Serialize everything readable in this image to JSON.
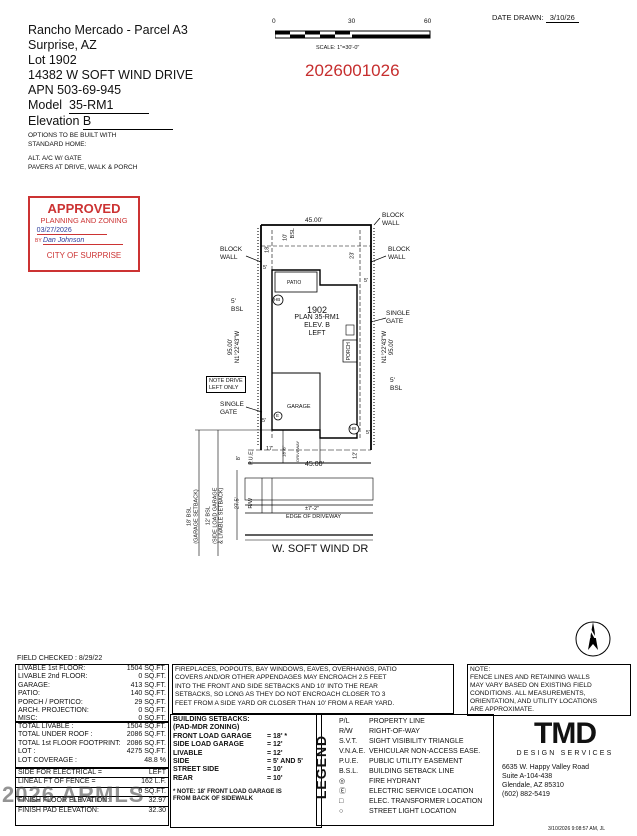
{
  "lot_info": {
    "subdivision": "Rancho Mercado - Parcel A3",
    "city": "Surprise, AZ",
    "lot": "Lot  1902",
    "address": "14382 W SOFT WIND DRIVE",
    "apn": "APN  503-69-945",
    "model_label": "Model",
    "model_value": "35-RM1",
    "elevation_label": "Elevation",
    "elevation_value": "B"
  },
  "options": [
    "OPTIONS TO BE BUILT WITH",
    "STANDARD HOME:",
    "ALT. A/C W/ GATE",
    "PAVERS AT DRIVE, WALK & PORCH"
  ],
  "permit_number": "2026001026",
  "stamp": {
    "title": "APPROVED",
    "subtitle": "PLANNING AND ZONING",
    "date": "03/27/2026",
    "by_label": "BY",
    "by_name": "Dan Johnson",
    "city": "CITY OF SURPRISE"
  },
  "scale": {
    "tick0": "0",
    "tick30": "30",
    "tick60": "60",
    "label": "SCALE:  1\"=30'-0\""
  },
  "date_drawn": {
    "label": "DATE DRAWN:",
    "value": "3/10/26"
  },
  "site_plan": {
    "lot_number": "1902",
    "plan": "PLAN 35-RM1",
    "elev": "ELEV. B",
    "hand": "LEFT",
    "patio": "PATIO",
    "garage": "GARAGE",
    "porch": "PORCH",
    "hb": "HB",
    "e": "E",
    "block_wall_right": [
      "BLOCK",
      "WALL"
    ],
    "block_wall_left": [
      "BLOCK",
      "WALL"
    ],
    "block_wall_mid": [
      "BLOCK",
      "WALL"
    ],
    "top_width": "45.00'",
    "bottom_width": "45.00'",
    "left_depth": "95.00'",
    "left_bearing": "N1°22'43\"W",
    "right_depth": "95.00'",
    "right_bearing": "N1°22'43\"W",
    "rear_18": "18'",
    "rear_10": "10'",
    "rear_bsl": "BSL",
    "rear_23": "23'",
    "side_5a": "5'",
    "side_5b": "5'",
    "left_bsl_5": "5'",
    "left_bsl": "BSL",
    "right_bsl_5": "5'",
    "right_bsl": "BSL",
    "single_gate_right": [
      "SINGLE",
      "GATE"
    ],
    "single_gate_left": [
      "SINGLE",
      "GATE"
    ],
    "note_drive": [
      "NOTE DRIVE",
      "LEFT ONLY"
    ],
    "dim_17": "17'",
    "dim_12": "12'",
    "dim_8": "8'",
    "dim_5_front": "5'",
    "dim_5b": "5'",
    "pue": "P.U.E.",
    "driveway_w": "18'-6\"",
    "driveway": "DRIVEWAY",
    "row": "R/W",
    "dim_275": "27.5'",
    "dim_7": "±7'-2\"",
    "edge_driveway": "EDGE OF DRIVEWAY",
    "bsl18": [
      "18' BSL",
      "(GARAGE SETBACK)"
    ],
    "bsl12": [
      "12' BSL",
      "(SIDE LOAD GARAGE",
      "& LIVABLE SETBACK)"
    ],
    "street": "W. SOFT WIND DR"
  },
  "field_checked": {
    "label": "FIELD CHECKED :",
    "value": "8/29/22"
  },
  "areas": [
    {
      "label": "LIVABLE 1st FLOOR:",
      "value": "1504 SQ.FT."
    },
    {
      "label": "LIVABLE 2nd FLOOR:",
      "value": "0 SQ.FT."
    },
    {
      "label": "GARAGE:",
      "value": "413 SQ.FT."
    },
    {
      "label": "PATIO:",
      "value": "140 SQ.FT."
    },
    {
      "label": "PORCH  / PORTICO:",
      "value": "29 SQ.FT."
    },
    {
      "label": "ARCH. PROJECTION:",
      "value": "0 SQ.FT."
    },
    {
      "label": "MISC:",
      "value": "0 SQ.FT."
    }
  ],
  "totals": [
    {
      "label": "TOTAL LIVABLE :",
      "value": "1504 SQ.FT."
    },
    {
      "label": "TOTAL UNDER ROOF :",
      "value": "2086 SQ.FT."
    },
    {
      "label": "TOTAL 1st FLOOR FOOTPRINT:",
      "value": "2086 SQ.FT."
    },
    {
      "label": "LOT :",
      "value": "4275 SQ.FT."
    },
    {
      "label": "LOT COVERAGE :",
      "value": "48.8 %"
    }
  ],
  "electrical": [
    {
      "label": "SIDE FOR ELECTRICAL =",
      "value": "LEFT"
    },
    {
      "label": "LINEAL FT OF FENCE =",
      "value": "162  L.F."
    },
    {
      "label": "",
      "value": "0 SQ.FT."
    },
    {
      "label": "FINISH FLOOR ELEVATION:",
      "value": "32.97"
    },
    {
      "label": "FINISH PAD ELEVATION:",
      "value": "32.30"
    }
  ],
  "fireplace_note": [
    "FIREPLACES, POPOUTS, BAY WINDOWS, EAVES, OVERHANGS, PATIO",
    "COVERS AND/OR OTHER APPENDAGES MAY ENCROACH 2.5 FEET",
    "INTO THE FRONT AND SIDE SETBACKS AND 10' INTO THE REAR",
    "SETBACKS, SO LONG AS THEY DO NOT ENCROACH CLOSER TO 3",
    "FEET FROM A SIDE YARD OR CLOSER THAN 10' FROM A REAR YARD."
  ],
  "fence_note": [
    "NOTE:",
    "FENCE LINES AND RETAINING WALLS",
    "MAY VARY BASED ON EXISTING FIELD",
    "CONDITIONS.  ALL MEASUREMENTS,",
    "ORIENTATION, AND UTILITY LOCATIONS",
    "ARE APPROXIMATE."
  ],
  "setbacks": {
    "title": [
      "BUILDING SETBACKS:",
      "(PAD-MDR ZONING)"
    ],
    "rows": [
      {
        "label": "FRONT LOAD GARAGE",
        "value": "= 18' *"
      },
      {
        "label": "SIDE LOAD GARAGE",
        "value": "= 12'"
      },
      {
        "label": "LIVABLE",
        "value": "= 12'"
      },
      {
        "label": "SIDE",
        "value": "= 5' AND 5'"
      },
      {
        "label": "STREET SIDE",
        "value": "= 10'"
      },
      {
        "label": "REAR",
        "value": "= 10'"
      }
    ],
    "note": [
      "* NOTE: 18' FRONT LOAD GARAGE IS",
      "FROM BACK OF SIDEWALK"
    ]
  },
  "legend": {
    "title": "LEGEND",
    "items": [
      {
        "abbr": "P/L",
        "desc": "PROPERTY LINE"
      },
      {
        "abbr": "R/W",
        "desc": "RIGHT-OF-WAY"
      },
      {
        "abbr": "S.V.T.",
        "desc": "SIGHT VISIBILITY TRIANGLE"
      },
      {
        "abbr": "V.N.A.E.",
        "desc": "VEHICULAR NON-ACCESS EASE."
      },
      {
        "abbr": "P.U.E.",
        "desc": "PUBLIC UTILITY EASEMENT"
      },
      {
        "abbr": "B.S.L.",
        "desc": "BUILDING SETBACK LINE"
      },
      {
        "abbr": "◎",
        "desc": "FIRE HYDRANT"
      },
      {
        "abbr": "Ⓔ",
        "desc": "ELECTRIC SERVICE LOCATION"
      },
      {
        "abbr": "□",
        "desc": "ELEC. TRANSFORMER LOCATION"
      },
      {
        "abbr": "○",
        "desc": "STREET LIGHT LOCATION"
      }
    ]
  },
  "company": {
    "logo": "TMD",
    "tagline": "DESIGN SERVICES",
    "address1": "6635 W. Happy Valley Road",
    "address2": "Suite A-104-438",
    "city": "Glendale, AZ 85310",
    "phone": "(602) 882-5419"
  },
  "north_letter": "N",
  "watermark": "2026 ARMLS",
  "timestamp": "3/10/2026 9:08:57 AM, JL"
}
